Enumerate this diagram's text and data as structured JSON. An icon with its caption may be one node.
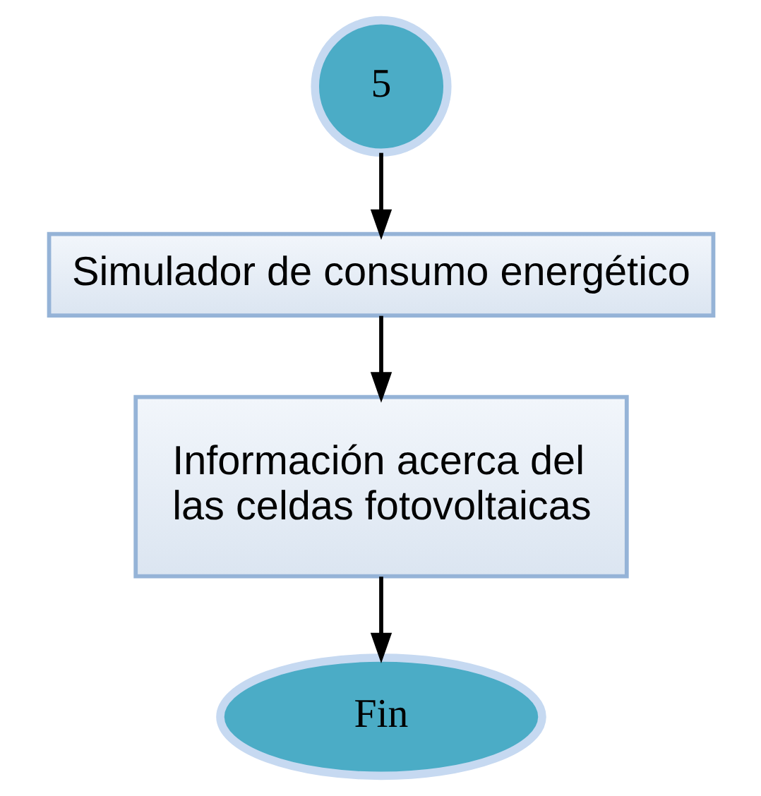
{
  "diagram": {
    "nodes": [
      {
        "text": [
          "5"
        ]
      },
      {
        "text": [
          "Simulador de consumo energético"
        ]
      },
      {
        "text": [
          "Información acerca del las celdas fotovoltaicas"
        ]
      },
      {
        "text": [
          "Fin"
        ]
      }
    ],
    "edges": [
      {
        "from": 0,
        "to": 1,
        "arrow": "to"
      },
      {
        "from": 1,
        "to": 2,
        "arrow": "to"
      },
      {
        "from": 2,
        "to": 3,
        "arrow": "to"
      }
    ]
  }
}
